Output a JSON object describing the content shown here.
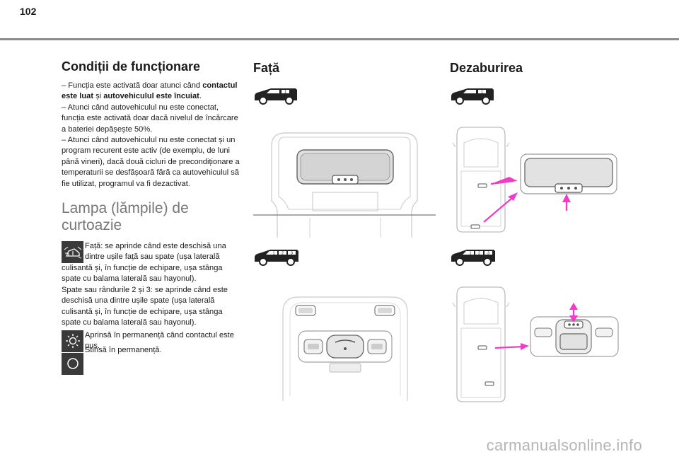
{
  "page": {
    "number": "102"
  },
  "conditions": {
    "title": "Condiții de funcționare",
    "p1_a": "– Funcția este activată doar atunci când ",
    "p1_b": "contactul este luat",
    "p1_c": " și ",
    "p1_d": "autovehiculul este încuiat",
    "p1_e": ".",
    "p2": "– Atunci când autovehiculul nu este conectat, funcția este activată doar dacă nivelul de încărcare a bateriei depășește 50%.",
    "p3": "– Atunci când autovehiculul nu este conectat și un program recurent este activ (de exemplu, de luni până vineri), dacă două cicluri de precondiționare a temperaturii se desfășoară fără ca autovehiculul să fie utilizat, programul va fi dezactivat."
  },
  "courtesy": {
    "title": "Lampa (lămpile) de curtoazie",
    "door_text_a": "Față: se aprinde când este deschisă una dintre ușile față sau spate (ușa laterală",
    "door_text_b": "culisantă și, în funcție de echipare, ușa stânga spate cu balama laterală sau hayonul).",
    "door_text_c": "Spate sau rândurile 2 și 3: se aprinde când este deschisă una dintre ușile spate (ușa laterală culisantă și, în funcție de echipare, ușa stânga spate cu balama laterală sau hayonul).",
    "on_text": "Aprinsă în permanență când contactul este pus.",
    "off_text": "Stinsă în permanență."
  },
  "front": {
    "title": "Față"
  },
  "defrost": {
    "title": "Dezaburirea"
  },
  "van_labels": {
    "short": "1",
    "long_1": "1",
    "long_2": "2",
    "long_3": "3"
  },
  "colors": {
    "accent": "#f03cc8",
    "icon_bg": "#3a3a3a",
    "rule": "#8c8c8c"
  },
  "icons": [
    "door-icon",
    "sun-icon",
    "circle-icon"
  ],
  "watermark": "carmanualsonline.info"
}
